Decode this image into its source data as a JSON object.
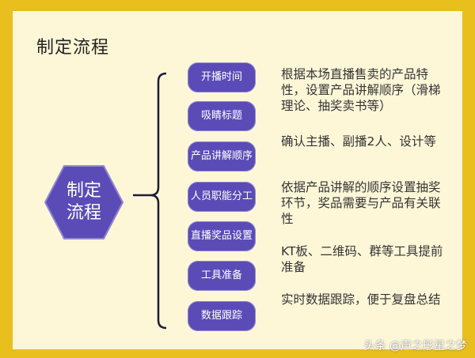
{
  "slide": {
    "title": "制定流程",
    "hub_label_line1": "制定",
    "hub_label_line2": "流程",
    "steps": [
      {
        "label": "开播时间",
        "description": "根据本场直播售卖的产品特性，设置产品讲解顺序（滑梯理论、抽奖卖书等）"
      },
      {
        "label": "吸睛标题",
        "description": ""
      },
      {
        "label": "产品讲解顺序",
        "description": "确认主播、副播2人、设计等"
      },
      {
        "label": "人员职能分工",
        "description": "依据产品讲解的顺序设置抽奖环节，奖品需要与产品有关联性"
      },
      {
        "label": "直播奖品设置",
        "description": "KT板、二维码、群等工具提前准备"
      },
      {
        "label": "工具准备",
        "description": ""
      },
      {
        "label": "数据跟踪",
        "description": "实时数据跟踪，便于复盘总结"
      }
    ]
  },
  "watermark": "头条 @声之彤星之梦",
  "colors": {
    "frame": "#e9bf1d",
    "background": "#fdf7d8",
    "accent": "#5b4bb7"
  }
}
